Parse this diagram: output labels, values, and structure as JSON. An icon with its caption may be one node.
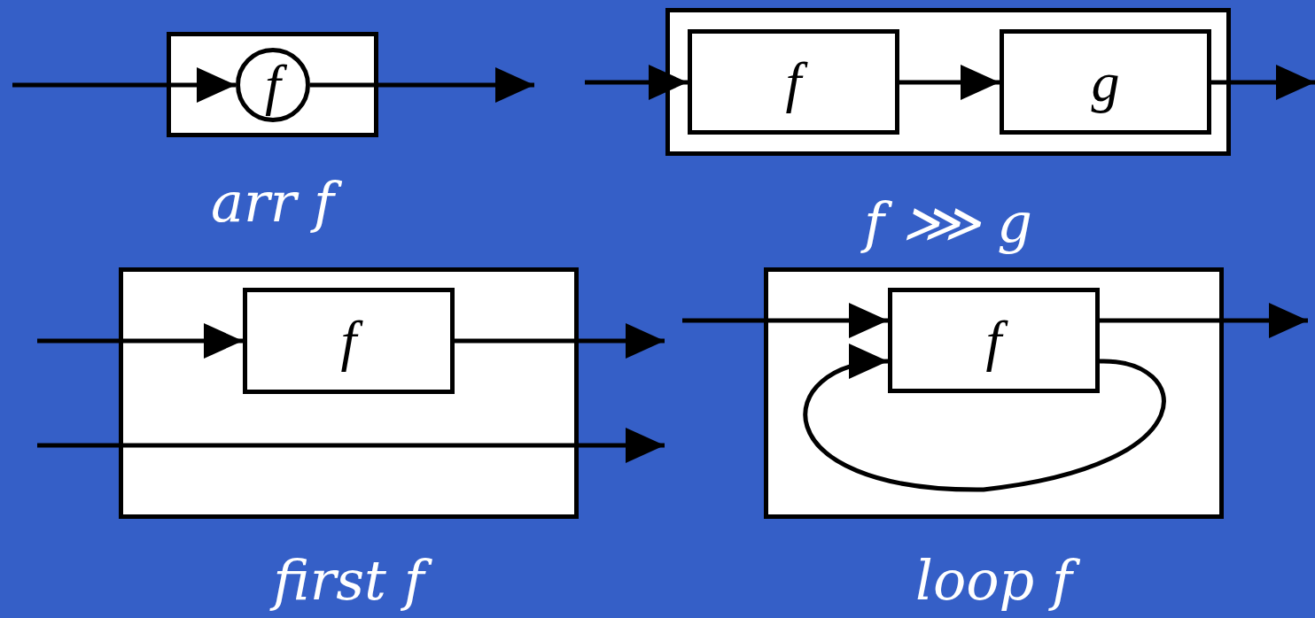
{
  "diagram": {
    "nodes": [
      {
        "text": [],
        "shape": "box",
        "beside": [
          "arr f"
        ]
      },
      {
        "text": [
          "f"
        ],
        "in": 0
      },
      {
        "text": [],
        "shape": "box",
        "beside": [
          "f ⋙ g"
        ]
      },
      {
        "text": [
          "f"
        ],
        "in": 2
      },
      {
        "text": [
          "g"
        ],
        "in": 2
      },
      {
        "text": [],
        "shape": "box",
        "beside": [
          "first f"
        ]
      },
      {
        "text": [
          "f"
        ],
        "in": 5
      },
      {
        "text": [],
        "shape": "box",
        "beside": [
          "loop f"
        ]
      },
      {
        "text": [
          "f"
        ],
        "in": 7
      }
    ],
    "edges": [
      {
        "from": null,
        "to": 1,
        "arrow": "to"
      },
      {
        "from": 1,
        "to": null,
        "arrow": "to"
      },
      {
        "from": null,
        "to": 3,
        "arrow": "to"
      },
      {
        "from": 3,
        "to": 4,
        "arrow": "to"
      },
      {
        "from": 4,
        "to": null,
        "arrow": "to"
      },
      {
        "from": null,
        "to": 6,
        "arrow": "to"
      },
      {
        "from": 6,
        "to": null,
        "arrow": "to"
      },
      {
        "from": null,
        "to": 8,
        "arrow": "to"
      },
      {
        "from": 8,
        "to": null,
        "arrow": "to"
      },
      {
        "from": 8,
        "to": 8,
        "arrow": "to"
      }
    ]
  }
}
